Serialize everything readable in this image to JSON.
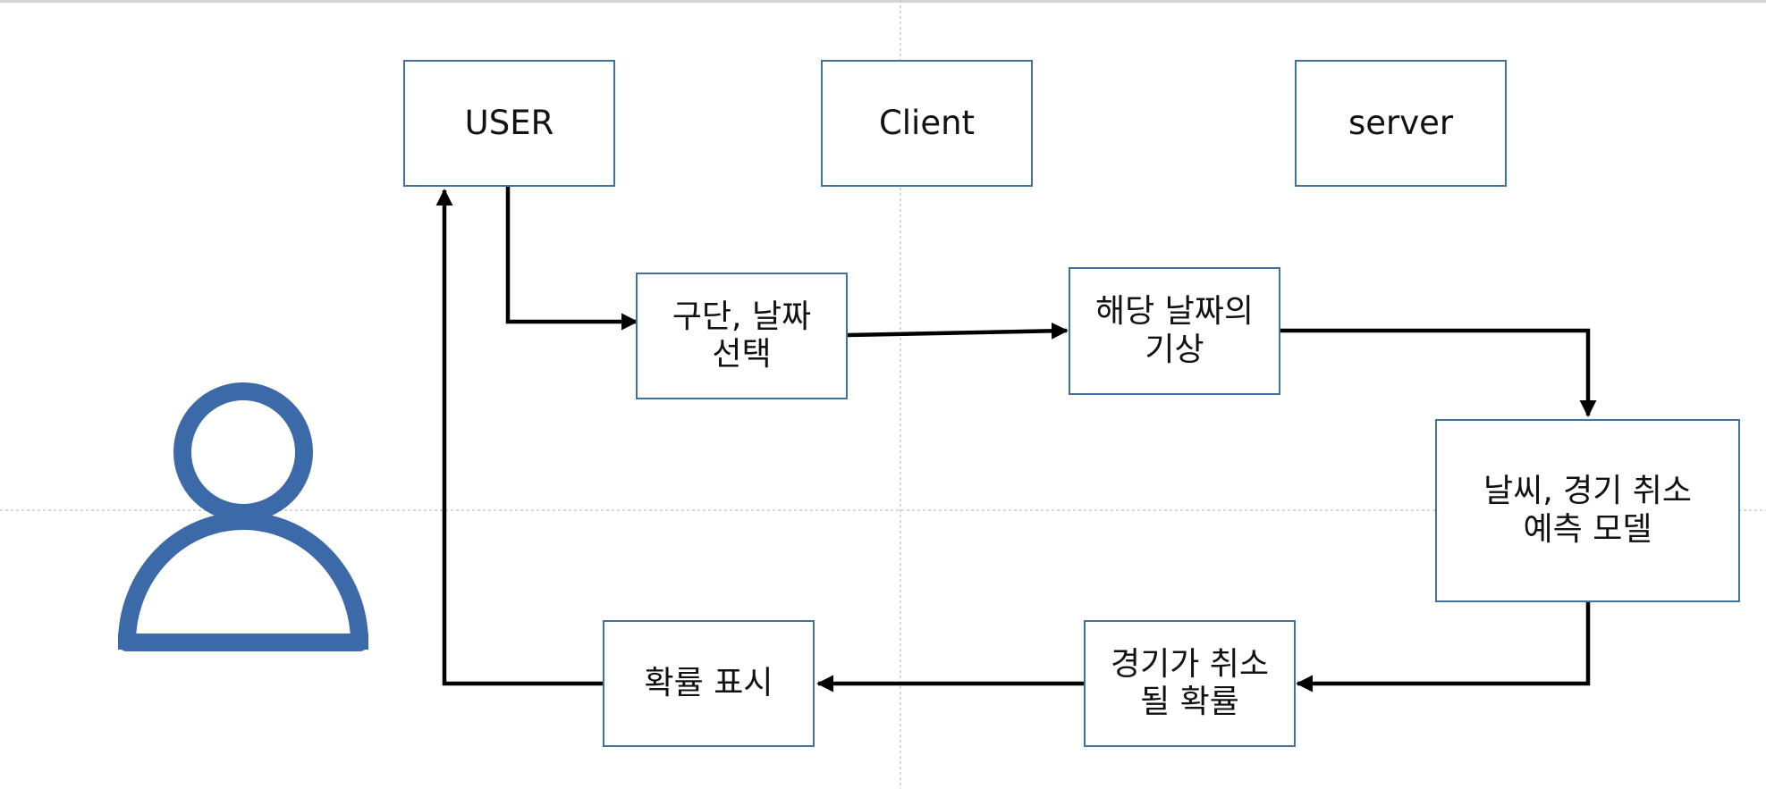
{
  "colors": {
    "box_border": "#41719c",
    "person_fill": "#3c6aa8",
    "arrow": "#000000",
    "guide": "#c8c8c8"
  },
  "icons": {
    "person": "person-icon"
  },
  "headers": {
    "user": "USER",
    "client": "Client",
    "server": "server"
  },
  "steps": {
    "select": "구단, 날짜\n선택",
    "weather": "해당 날짜의\n기상",
    "model": "날씨, 경기 취소\n예측 모델",
    "probability": "경기가 취소\n될 확률",
    "display": "확률 표시"
  }
}
